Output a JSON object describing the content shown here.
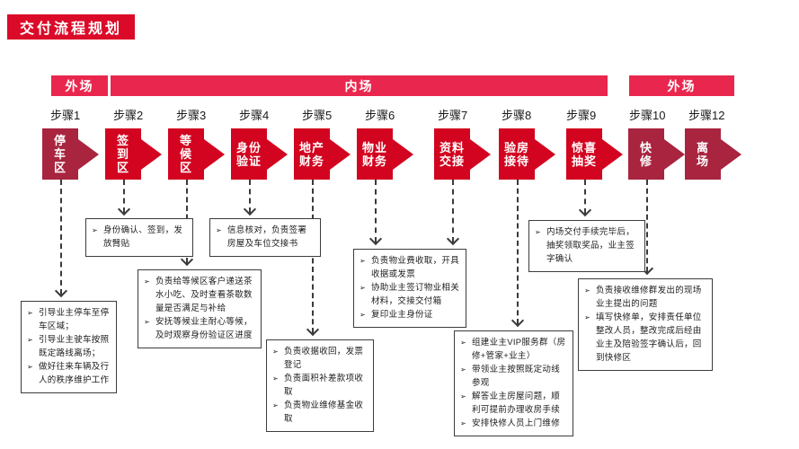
{
  "title": "交付流程规划",
  "bullet_char": "➢",
  "colors": {
    "bright_red": "#d2041f",
    "dark_red": "#a8243f",
    "band_pink": "#e9274e",
    "title_red": "#db0a28"
  },
  "zones": [
    {
      "label": "外场"
    },
    {
      "label": "内场"
    },
    {
      "label": "外场"
    }
  ],
  "steps": [
    {
      "label": "步骤1",
      "name": "停车区",
      "display": "停\n车\n区",
      "tone": "dark"
    },
    {
      "label": "步骤2",
      "name": "签到区",
      "display": "签\n到\n区",
      "tone": "bright"
    },
    {
      "label": "步骤3",
      "name": "等候区",
      "display": "等\n候\n区",
      "tone": "bright"
    },
    {
      "label": "步骤4",
      "name": "身份验证",
      "display": "身份\n验证",
      "tone": "bright"
    },
    {
      "label": "步骤5",
      "name": "地产财务",
      "display": "地产\n财务",
      "tone": "bright"
    },
    {
      "label": "步骤6",
      "name": "物业财务",
      "display": "物业\n财务",
      "tone": "bright"
    },
    {
      "label": "步骤7",
      "name": "资料交接",
      "display": "资料\n交接",
      "tone": "bright"
    },
    {
      "label": "步骤8",
      "name": "验房接待",
      "display": "验房\n接待",
      "tone": "bright"
    },
    {
      "label": "步骤9",
      "name": "惊喜抽奖",
      "display": "惊喜\n抽奖",
      "tone": "bright"
    },
    {
      "label": "步骤10",
      "name": "快修",
      "display": "快\n修",
      "tone": "dark"
    },
    {
      "label": "步骤12",
      "name": "离场",
      "display": "离\n场",
      "tone": "dark"
    }
  ],
  "detail_boxes": [
    {
      "id": "parking",
      "items": [
        "引导业主停车至停车区域；",
        "引导业主驶车按照既定路线离场；",
        "做好往来车辆及行人的秩序维护工作"
      ]
    },
    {
      "id": "sign-in",
      "items": [
        "身份确认、签到，发放臂贴"
      ]
    },
    {
      "id": "waiting",
      "items": [
        "负责给等候区客户递送茶水小吃、及时查看茶歇数量是否满足与补给",
        "安抚等候业主耐心等候，及时观察身份验证区进度"
      ]
    },
    {
      "id": "identity",
      "items": [
        "信息核对，负责签署房屋及车位交接书"
      ]
    },
    {
      "id": "realestate-finance",
      "items": [
        "负责收据收回，发票登记",
        "负责面积补差款项收取",
        "负责物业维修基金收取"
      ]
    },
    {
      "id": "property-finance",
      "items": [
        "负责物业费收取，开具收据或发票",
        "协助业主签订物业相关材料，交接交付箱",
        "复印业主身份证"
      ]
    },
    {
      "id": "inspection",
      "items": [
        "组建业主VIP服务群（房修+管家+业主）",
        "带领业主按照既定动线参观",
        "解答业主房屋问题，顺利可提前办理收房手续",
        "安排快修人员上门维修"
      ]
    },
    {
      "id": "lucky-draw",
      "items": [
        "内场交付手续完毕后，抽奖领取奖品，业主签字确认"
      ]
    },
    {
      "id": "quick-repair",
      "items": [
        "负责接收维修群发出的现场业主提出的问题",
        "填写快修单，安排责任单位整改人员，整改完成后经由业主及陪验签字确认后，回到快修区"
      ]
    }
  ]
}
